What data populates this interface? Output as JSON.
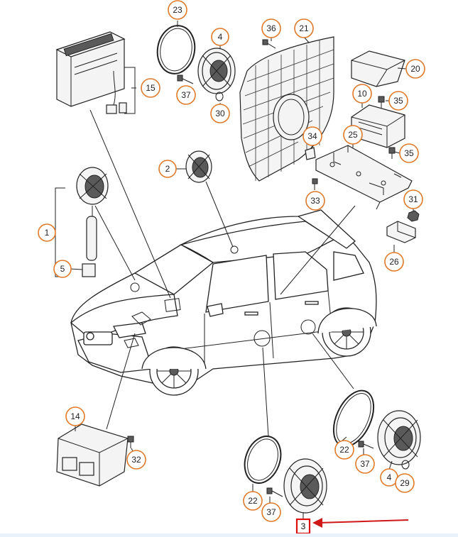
{
  "diagram": {
    "callouts": [
      {
        "id": "c23",
        "label": "23"
      },
      {
        "id": "c4a",
        "label": "4"
      },
      {
        "id": "c37a",
        "label": "37"
      },
      {
        "id": "c30",
        "label": "30"
      },
      {
        "id": "c36",
        "label": "36"
      },
      {
        "id": "c21",
        "label": "21"
      },
      {
        "id": "c20",
        "label": "20"
      },
      {
        "id": "c15",
        "label": "15"
      },
      {
        "id": "c10",
        "label": "10"
      },
      {
        "id": "c35a",
        "label": "35"
      },
      {
        "id": "c34",
        "label": "34"
      },
      {
        "id": "c25",
        "label": "25"
      },
      {
        "id": "c35b",
        "label": "35"
      },
      {
        "id": "c2",
        "label": "2"
      },
      {
        "id": "c33",
        "label": "33"
      },
      {
        "id": "c31",
        "label": "31"
      },
      {
        "id": "c1",
        "label": "1"
      },
      {
        "id": "c26",
        "label": "26"
      },
      {
        "id": "c5",
        "label": "5"
      },
      {
        "id": "c14",
        "label": "14"
      },
      {
        "id": "c32",
        "label": "32"
      },
      {
        "id": "c22a",
        "label": "22"
      },
      {
        "id": "c37b",
        "label": "37"
      },
      {
        "id": "c4b",
        "label": "4"
      },
      {
        "id": "c29",
        "label": "29"
      },
      {
        "id": "c22b",
        "label": "22"
      },
      {
        "id": "c37c",
        "label": "37"
      }
    ],
    "highlight": {
      "label": "3",
      "color": "#e01010"
    },
    "colors": {
      "callout_ring": "#e07a2a",
      "arrow": "#d01818",
      "line": "#222222"
    }
  }
}
